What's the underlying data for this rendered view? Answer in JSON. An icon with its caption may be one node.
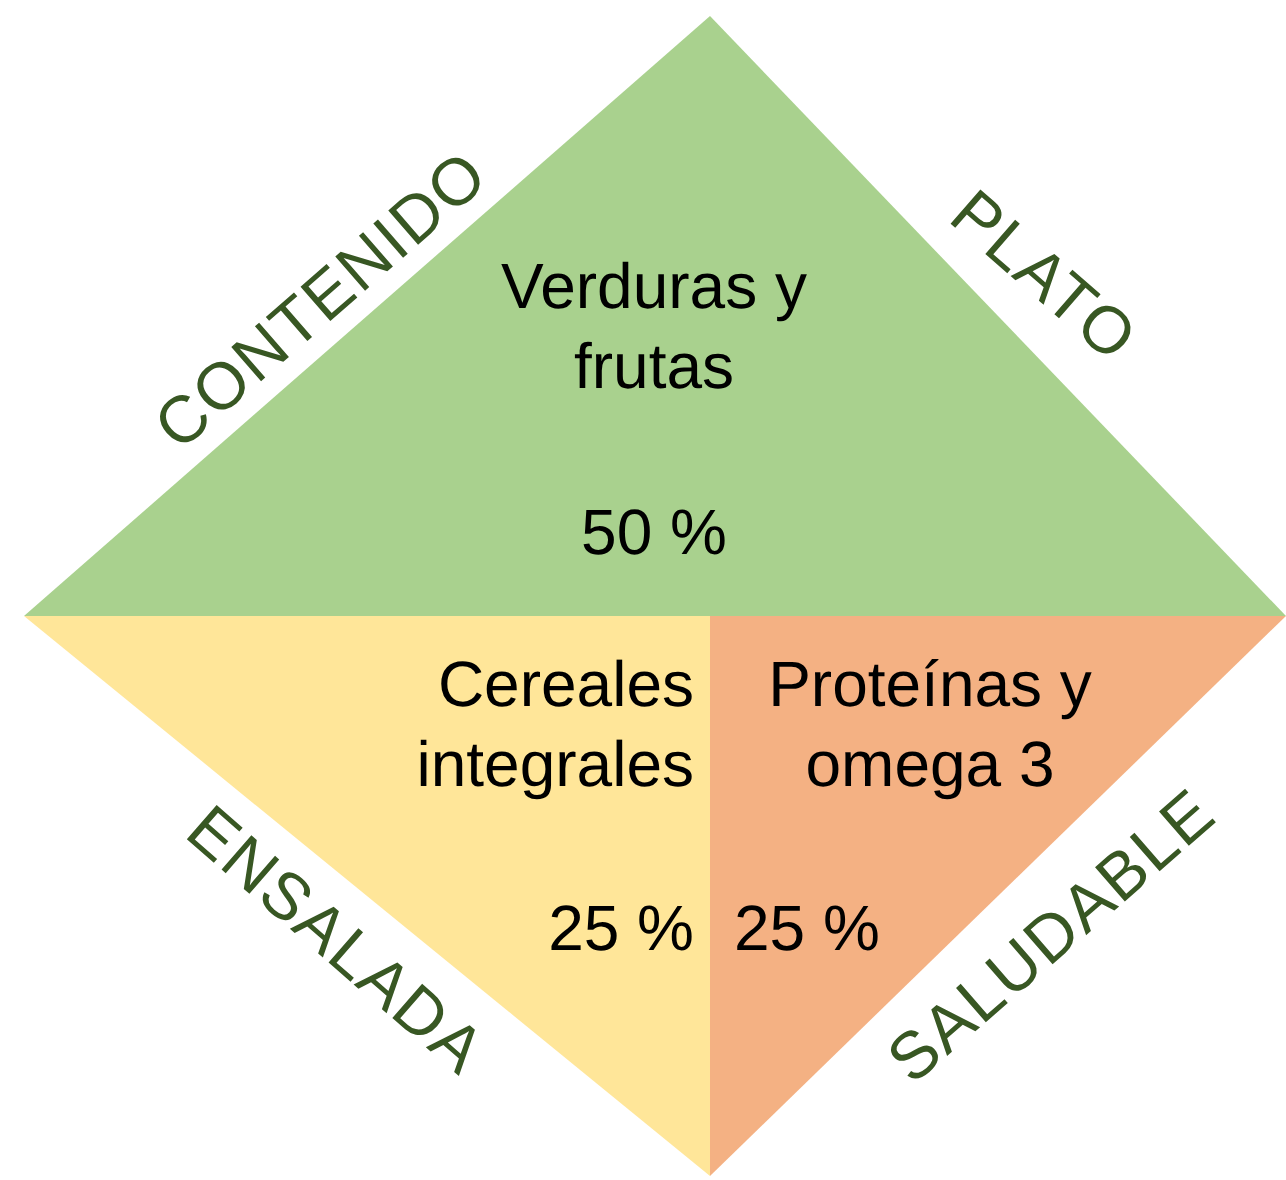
{
  "diagram": {
    "nodes": [
      {
        "text": [
          "Verduras y frutas",
          "50 %"
        ]
      },
      {
        "text": [
          "Cereales integrales",
          "25 %"
        ]
      },
      {
        "text": [
          "Proteínas y omega 3",
          "25 %"
        ]
      }
    ],
    "labels": [
      "CONTENIDO",
      "PLATO",
      "ENSALADA",
      "SALUDABLE"
    ]
  }
}
